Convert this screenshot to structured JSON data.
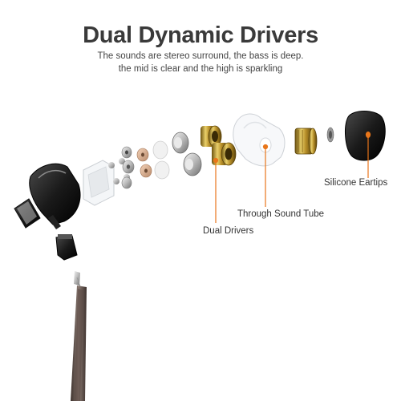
{
  "header": {
    "title": "Dual Dynamic Drivers",
    "subtitle_line1": "The sounds are stereo surround, the bass is deep.",
    "subtitle_line2": "the mid is clear and the high is sparkling"
  },
  "callouts": {
    "eartips": "Silicone Eartips",
    "sound_tube": "Through Sound Tube",
    "drivers": "Dual Drivers"
  },
  "colors": {
    "callout_line": "#e8761a",
    "title_text": "#3a3a3a",
    "gold": "#c9a43a",
    "shell_black": "#1c1c1c"
  }
}
